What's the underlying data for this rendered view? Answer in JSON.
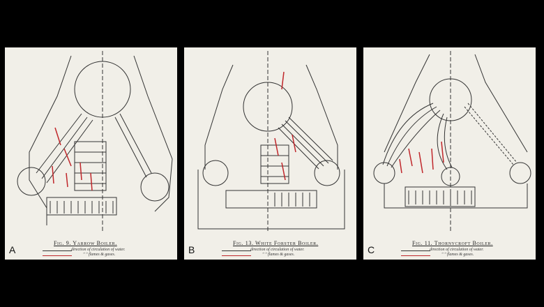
{
  "panels": [
    {
      "letter": "A",
      "caption": "Fig. 9. Yarrow Boiler.",
      "legend": {
        "water": "direction of circulation of water.",
        "flames": "\" \" flames & gases."
      }
    },
    {
      "letter": "B",
      "caption": "Fig. 13. White Forster Boiler.",
      "legend": {
        "water": "direction of circulation of water.",
        "flames": "\" \" flames & gases."
      }
    },
    {
      "letter": "C",
      "caption": "Fig. 11. Thornycroft Boiler.",
      "legend": {
        "water": "direction of circulation of water.",
        "flames": "\" \" flames & gases."
      }
    }
  ],
  "colors": {
    "background": "#000000",
    "paper": "#f1efe8",
    "ink": "#333333",
    "flame": "#c0262a"
  }
}
